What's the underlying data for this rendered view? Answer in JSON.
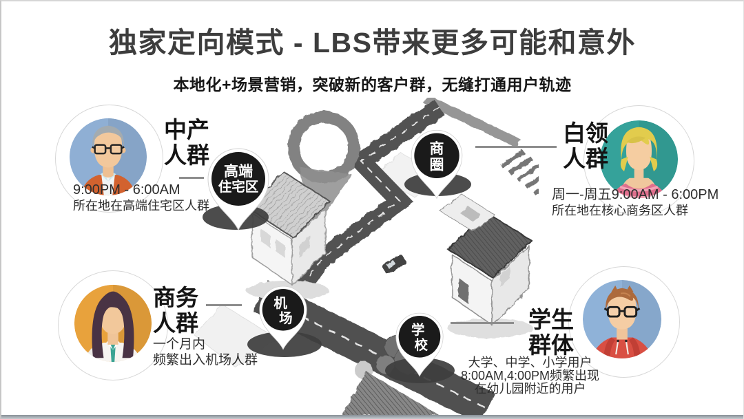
{
  "slide": {
    "title": "独家定向模式 - LBS带来更多可能和意外",
    "subtitle": "本地化+场景营销，突破新的客户群，无缝打通用户轨迹"
  },
  "personas": {
    "middle_class": {
      "name_lines": [
        "中产",
        "人群"
      ],
      "desc_lines": [
        "9:00PM - 6:00AM",
        "所在地在高端住宅区人群"
      ],
      "avatar": "middle-aged-man-with-glasses",
      "avatar_bg": "#8fafd4"
    },
    "white_collar": {
      "name_lines": [
        "白领",
        "人群"
      ],
      "desc_lines": [
        "周一-周五9:00AM - 6:00PM",
        "所在地在核心商务区人群"
      ],
      "avatar": "blonde-woman",
      "avatar_bg": "#35a29a"
    },
    "business": {
      "name_lines": [
        "商务",
        "人群"
      ],
      "desc_lines": [
        "一个月内",
        "频繁出入机场人群"
      ],
      "avatar": "business-woman-with-tie",
      "avatar_bg": "#e8a23c"
    },
    "students": {
      "name_lines": [
        "学生",
        "群体"
      ],
      "desc_lines": [
        "大学、中学、小学用户",
        "8:00AM,4:00PM频繁出现",
        "在幼儿园附近的用户"
      ],
      "avatar": "student-man-with-glasses",
      "avatar_bg": "#8fb2d8"
    }
  },
  "map_pins": {
    "residential": {
      "lines": [
        "高端",
        "住宅区"
      ]
    },
    "business_district": {
      "lines": [
        "商",
        "圈"
      ]
    },
    "airport": {
      "lines": [
        "机",
        "场"
      ]
    },
    "school": {
      "lines": [
        "学",
        "校"
      ]
    }
  },
  "colors": {
    "title_text": "#3d3d3d",
    "pin_black": "#1a1a1a",
    "pin_ring": "#ffffff",
    "pin_shadow": "#3e3e3e",
    "connector_line": "#8d8d8d",
    "bottom_bar": "#9aa3ad"
  }
}
